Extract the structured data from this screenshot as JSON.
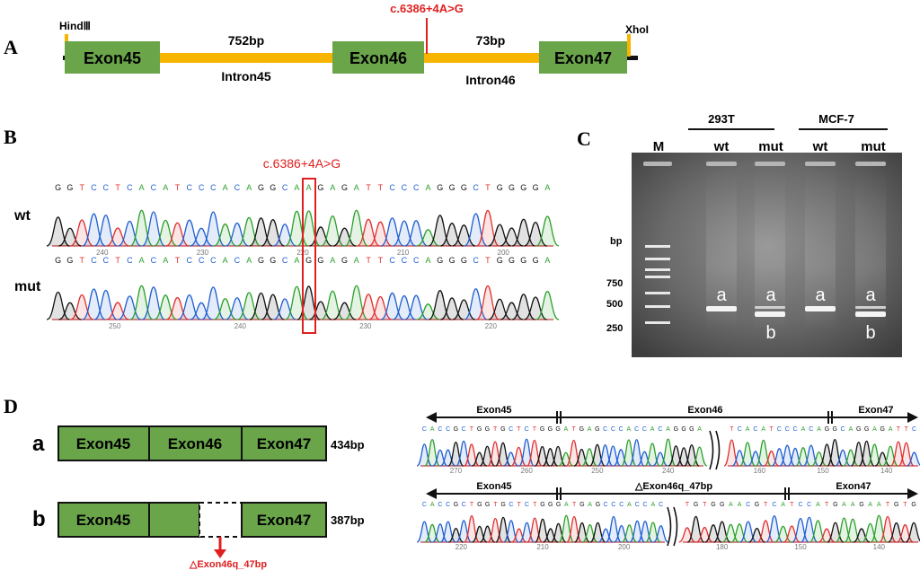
{
  "panels": {
    "a": "A",
    "b": "B",
    "c": "C",
    "d": "D"
  },
  "panel_a": {
    "exons": [
      "Exon45",
      "Exon46",
      "Exon47"
    ],
    "intron_labels": [
      "Intron45",
      "Intron46"
    ],
    "intron_sizes": [
      "752bp",
      "73bp"
    ],
    "site_left": "HindⅢ",
    "site_right": "XhoI",
    "mutation": "c.6386+4A>G",
    "colors": {
      "exon": "#6aa54a",
      "intron": "#f7b500",
      "mutation": "#e02020"
    }
  },
  "panel_b": {
    "mutation": "c.6386+4A>G",
    "row_wt": "wt",
    "row_mut": "mut",
    "seq_wt": "GGTCCTCACATCCCACAGGCAAGAGATTCCCAGGGCTGGGGA",
    "seq_mut": "GGTCCTCACATCCCACAGGCAGGAGATTCCCAGGGCTGGGGA",
    "ticks_wt": [
      "240",
      "230",
      "220",
      "210",
      "200"
    ],
    "ticks_mut": [
      "250",
      "240",
      "230",
      "220"
    ]
  },
  "panel_c": {
    "group1": "293T",
    "group2": "MCF-7",
    "lanes": [
      "M",
      "wt",
      "mut",
      "wt",
      "mut"
    ],
    "marker_unit": "bp",
    "marker_sizes": [
      "750",
      "500",
      "250"
    ],
    "band_a": "a",
    "band_b": "b"
  },
  "panel_d": {
    "row_a": {
      "label": "a",
      "boxes": [
        "Exon45",
        "Exon46",
        "Exon47"
      ],
      "size": "434bp"
    },
    "row_b": {
      "label": "b",
      "boxes": [
        "Exon45",
        "",
        "",
        "Exon47"
      ],
      "size": "387bp"
    },
    "deletion": "△Exon46q_47bp",
    "seq_top": {
      "labels": [
        "Exon45",
        "Exon46",
        "Exon47"
      ],
      "ticks": [
        "270",
        "260",
        "250",
        "240",
        "160",
        "150",
        "140"
      ],
      "seq_left": "CACCGCTGGTGCTCTGGGATGAGCCCACCACAGGGA",
      "seq_right": "TCACATCCCACAGGCAGGAGATTC"
    },
    "seq_bottom": {
      "labels": [
        "Exon45",
        "△Exon46q_47bp",
        "Exon47"
      ],
      "ticks": [
        "220",
        "210",
        "200",
        "180",
        "150",
        "140"
      ],
      "seq_left": "CACCGCTGGTGCTCTGGGATGAGCCCACCAC",
      "seq_right": "TGTGGAACGTCATCCATGAAGAATGTG"
    }
  }
}
